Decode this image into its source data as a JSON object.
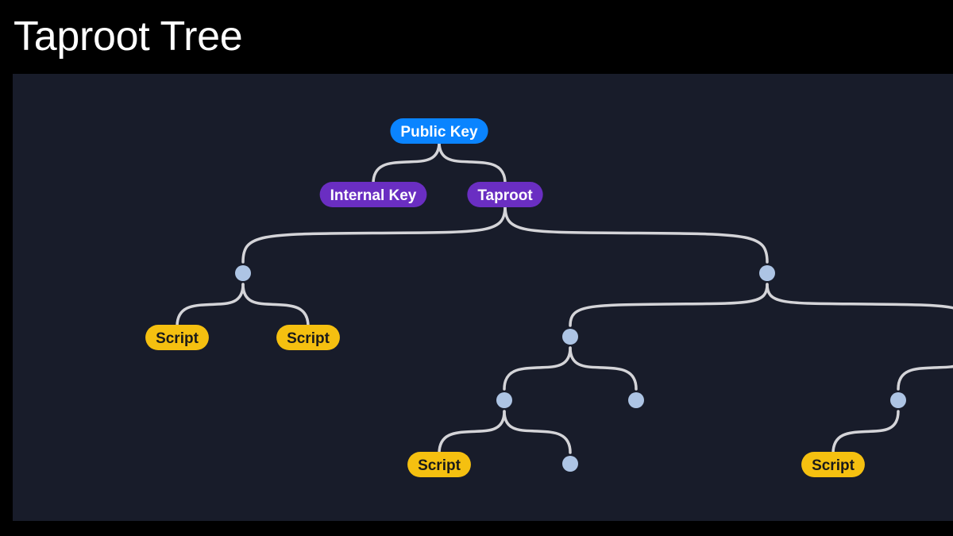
{
  "page": {
    "title": "Taproot Tree"
  },
  "colors": {
    "page_background": "#000000",
    "panel_background": "#181c2a",
    "edge": "#d4d4d8",
    "public_key": "#0a84ff",
    "key": "#6a2ec2",
    "script": "#f5c010",
    "branch_node": "#adc4e4",
    "light_text": "#ffffff",
    "dark_text": "#1a1a1a"
  },
  "tree": {
    "nodes": [
      {
        "id": "public-key",
        "kind": "public_key",
        "label": "Public Key",
        "name": "public-key-node"
      },
      {
        "id": "internal-key",
        "kind": "key",
        "label": "Internal Key",
        "name": "internal-key-node"
      },
      {
        "id": "taproot",
        "kind": "key",
        "label": "Taproot",
        "name": "taproot-node"
      },
      {
        "id": "b1",
        "kind": "branch",
        "label": "",
        "name": "branch-node"
      },
      {
        "id": "b2",
        "kind": "branch",
        "label": "",
        "name": "branch-node"
      },
      {
        "id": "s1",
        "kind": "script",
        "label": "Script",
        "name": "script-leaf"
      },
      {
        "id": "s2",
        "kind": "script",
        "label": "Script",
        "name": "script-leaf"
      },
      {
        "id": "b3",
        "kind": "branch",
        "label": "",
        "name": "branch-node"
      },
      {
        "id": "b4",
        "kind": "branch",
        "label": "",
        "name": "branch-node"
      },
      {
        "id": "b5",
        "kind": "branch",
        "label": "",
        "name": "branch-node"
      },
      {
        "id": "b6",
        "kind": "branch",
        "label": "",
        "name": "branch-node"
      },
      {
        "id": "s3",
        "kind": "script",
        "label": "Script",
        "name": "script-leaf"
      },
      {
        "id": "b7",
        "kind": "branch",
        "label": "",
        "name": "branch-node"
      },
      {
        "id": "b8",
        "kind": "branch",
        "label": "",
        "name": "branch-node"
      },
      {
        "id": "s4",
        "kind": "script",
        "label": "Script",
        "name": "script-leaf"
      }
    ],
    "edges": [
      [
        "public-key",
        "internal-key"
      ],
      [
        "public-key",
        "taproot"
      ],
      [
        "taproot",
        "b1"
      ],
      [
        "taproot",
        "b2"
      ],
      [
        "b1",
        "s1"
      ],
      [
        "b1",
        "s2"
      ],
      [
        "b2",
        "b3"
      ],
      [
        "b2",
        "b4"
      ],
      [
        "b3",
        "b5"
      ],
      [
        "b3",
        "b6"
      ],
      [
        "b5",
        "s3"
      ],
      [
        "b5",
        "b7"
      ],
      [
        "b4",
        "b8"
      ],
      [
        "b8",
        "s4"
      ]
    ]
  }
}
